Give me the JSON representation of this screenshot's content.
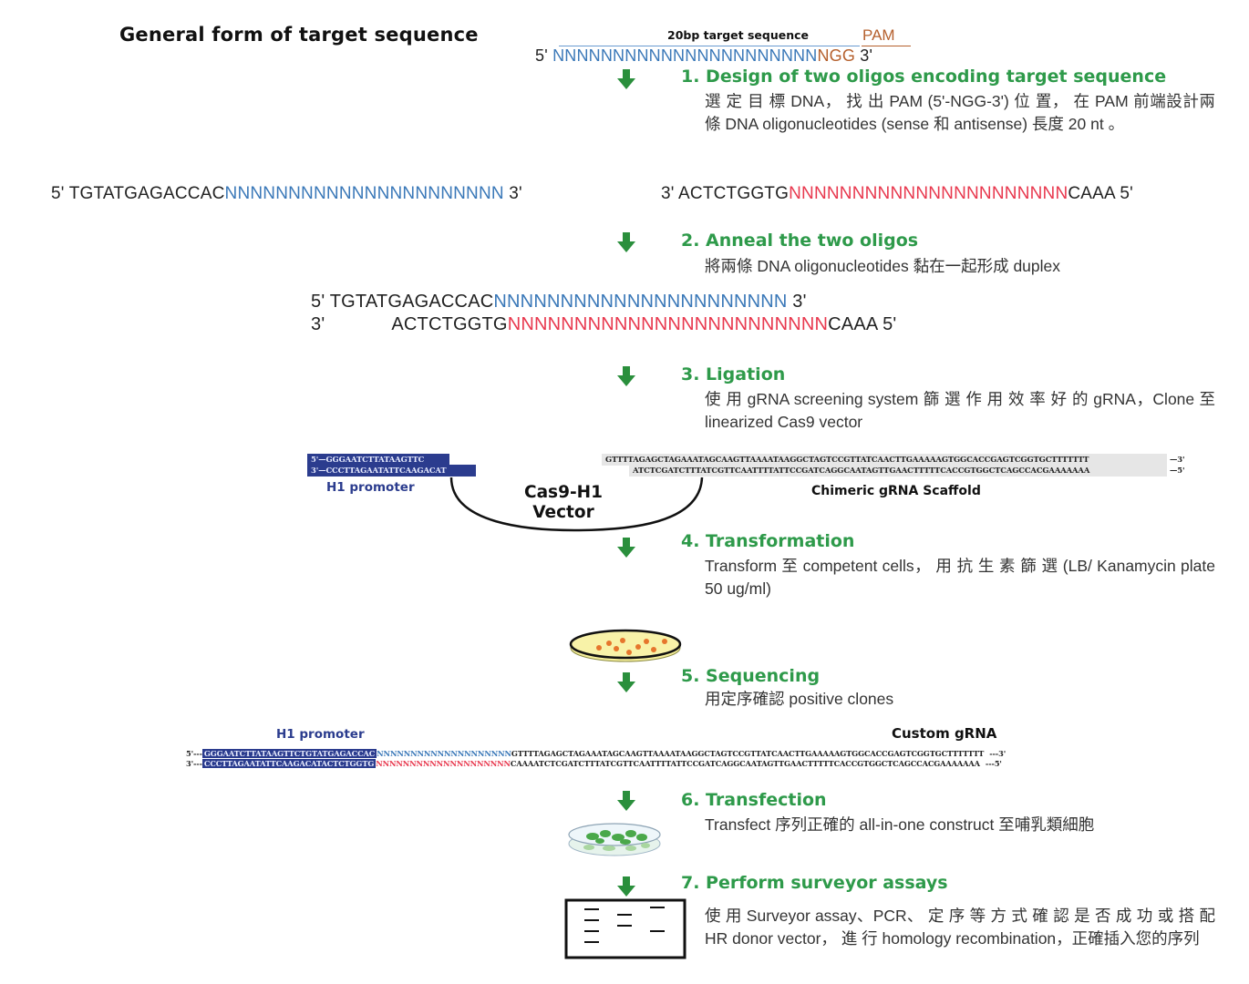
{
  "header": {
    "title": "General form of target sequence",
    "target_label": "20bp target sequence",
    "pam_label": "PAM",
    "prefix5": "5'",
    "target_n": "NNNNNNNNNNNNNNNNNNNNNN",
    "pam_seq": "NGG",
    "suffix3": "3'"
  },
  "colors": {
    "step_green": "#2e9a4a",
    "target_blue": "#3a78b8",
    "antisense_red": "#e8384e",
    "pam_brown": "#b5602d",
    "promoter_navy": "#2b3c8e",
    "arrow_green": "#2a8f3c"
  },
  "steps": [
    {
      "title": "1. Design of two oligos encoding target sequence",
      "desc": "選 定 目 標 DNA， 找 出 PAM (5'-NGG-3') 位 置， 在 PAM 前端設計兩條 DNA oligonucleotides (sense 和 antisense) 長度 20 nt 。"
    },
    {
      "title": "2. Anneal the two oligos",
      "desc": "將兩條 DNA oligonucleotides 黏在一起形成 duplex"
    },
    {
      "title": "3. Ligation",
      "desc": "使 用 gRNA screening system 篩 選 作 用 效 率 好 的 gRNA，Clone 至 linearized Cas9 vector"
    },
    {
      "title": "4. Transformation",
      "desc": "Transform 至 competent cells， 用 抗 生 素 篩 選 (LB/ Kanamycin plate 50 ug/ml)"
    },
    {
      "title": "5. Sequencing",
      "desc": "用定序確認 positive clones"
    },
    {
      "title": "6. Transfection",
      "desc": "Transfect 序列正確的 all-in-one construct 至哺乳類細胞"
    },
    {
      "title": "7. Perform surveyor assays",
      "desc": "使 用 Surveyor assay、PCR、 定 序 等 方 式 確 認 是 否 成 功 或 搭 配 HR donor vector， 進 行 homology recombination，正確插入您的序列"
    }
  ],
  "oligos": {
    "sense": {
      "p5": "5' TGTATGAGACCAC",
      "n": "NNNNNNNNNNNNNNNNNNNNNN",
      "p3": " 3'"
    },
    "antisense": {
      "p3": "3' ACTCTGGTG",
      "n": "NNNNNNNNNNNNNNNNNNNNNN",
      "tail": "CAAA 5'"
    }
  },
  "duplex": {
    "top": {
      "p5": "5' TGTATGAGACCAC",
      "n": "NNNNNNNNNNNNNNNNNNNNNN",
      "end": " 3'"
    },
    "bottom": {
      "p3": "3'",
      "seq": "ACTCTGGTG",
      "n": "NNNNNNNNNNNNNNNNNNNNNNNN",
      "tail": "CAAA 5'"
    }
  },
  "vector": {
    "h1_top": "5'—GGGAATCTTATAAGTTC",
    "h1_bottom": "3'—CCCTTAGAATATTCAAGACAT",
    "h1_label": "H1 promoter",
    "name_line1": "Cas9-H1",
    "name_line2": "Vector",
    "scaffold_top": "GTTTTAGAGCTAGAAATAGCAAGTTAAAATAAGGCTAGTCCGTTATCAACTTGAAAAAGTGGCACCGAGTCGGTGCTTTTTTT",
    "scaffold_bottom": "ATCTCGATCTTTATCGTTCAATTTTATTCCGATCAGGCAATAGTTGAACTTTTTCACCGTGGCTCAGCCACGAAAAAAA",
    "scaffold_end_top": "—3'",
    "scaffold_end_bottom": "—5'",
    "scaffold_label": "Chimeric gRNA Scaffold"
  },
  "construct": {
    "h1_label": "H1 promoter",
    "custom_label": "Custom gRNA",
    "top_prefix": "5'---",
    "bottom_prefix": "3'---",
    "h1_top": "GGGAATCTTATAAGTTCTGTATGAGACCAC",
    "h1_bottom": "CCCTTAGAATATTCAAGACATACTCTGGTG",
    "n_top": "NNNNNNNNNNNNNNNNNNNN",
    "n_bottom": "NNNNNNNNNNNNNNNNNNNN",
    "scaffold_top": "GTTTTAGAGCTAGAAATAGCAAGTTAAAATAAGGCTAGTCCGTTATCAACTTGAAAAAGTGGCACCGAGTCGGTGCTTTTTTT",
    "scaffold_bottom": "CAAAATCTCGATCTTTATCGTTCAATTTTATTCCGATCAGGCAATAGTTGAACTTTTTCACCGTGGCTCAGCCACGAAAAAAA",
    "end_top": "---3'",
    "end_bottom": "---5'"
  },
  "icons": {
    "step_arrow": "down-arrow-icon",
    "petri_colonies": "petri-dish-colonies-icon",
    "cell_culture": "cell-culture-dish-icon",
    "gel": "gel-electrophoresis-icon"
  }
}
